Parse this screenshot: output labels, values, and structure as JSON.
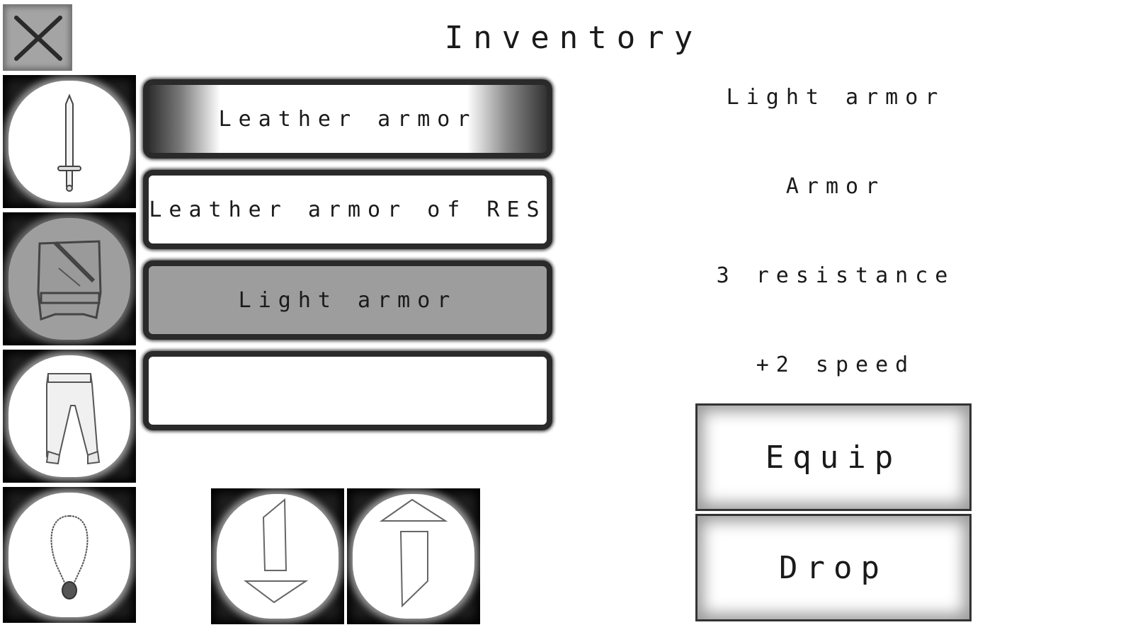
{
  "header": {
    "title": "Inventory"
  },
  "close_button": {
    "icon": "close-x-icon"
  },
  "equipment_slots": [
    {
      "slot": "weapon",
      "icon": "sword-icon",
      "selected": false
    },
    {
      "slot": "body-armor",
      "icon": "armor-vest-icon",
      "selected": true
    },
    {
      "slot": "legs",
      "icon": "pants-icon",
      "selected": false
    },
    {
      "slot": "amulet",
      "icon": "necklace-icon",
      "selected": false
    }
  ],
  "item_list": [
    {
      "label": "Leather armor",
      "state": "highlighted"
    },
    {
      "label": "Leather armor of RES",
      "state": "normal"
    },
    {
      "label": "Light armor",
      "state": "selected"
    },
    {
      "label": "",
      "state": "empty"
    }
  ],
  "scroll_buttons": {
    "down_icon": "arrow-down-icon",
    "up_icon": "arrow-up-icon"
  },
  "details": {
    "name": "Light armor",
    "type": "Armor",
    "stat_primary": "3 resistance",
    "stat_bonus": "+2 speed"
  },
  "actions": {
    "equip_label": "Equip",
    "drop_label": "Drop"
  },
  "colors": {
    "background": "#ffffff",
    "selected_gray": "#9d9d9d",
    "frame_dark": "#1e1e1e",
    "close_bg": "#a4a4a4"
  }
}
